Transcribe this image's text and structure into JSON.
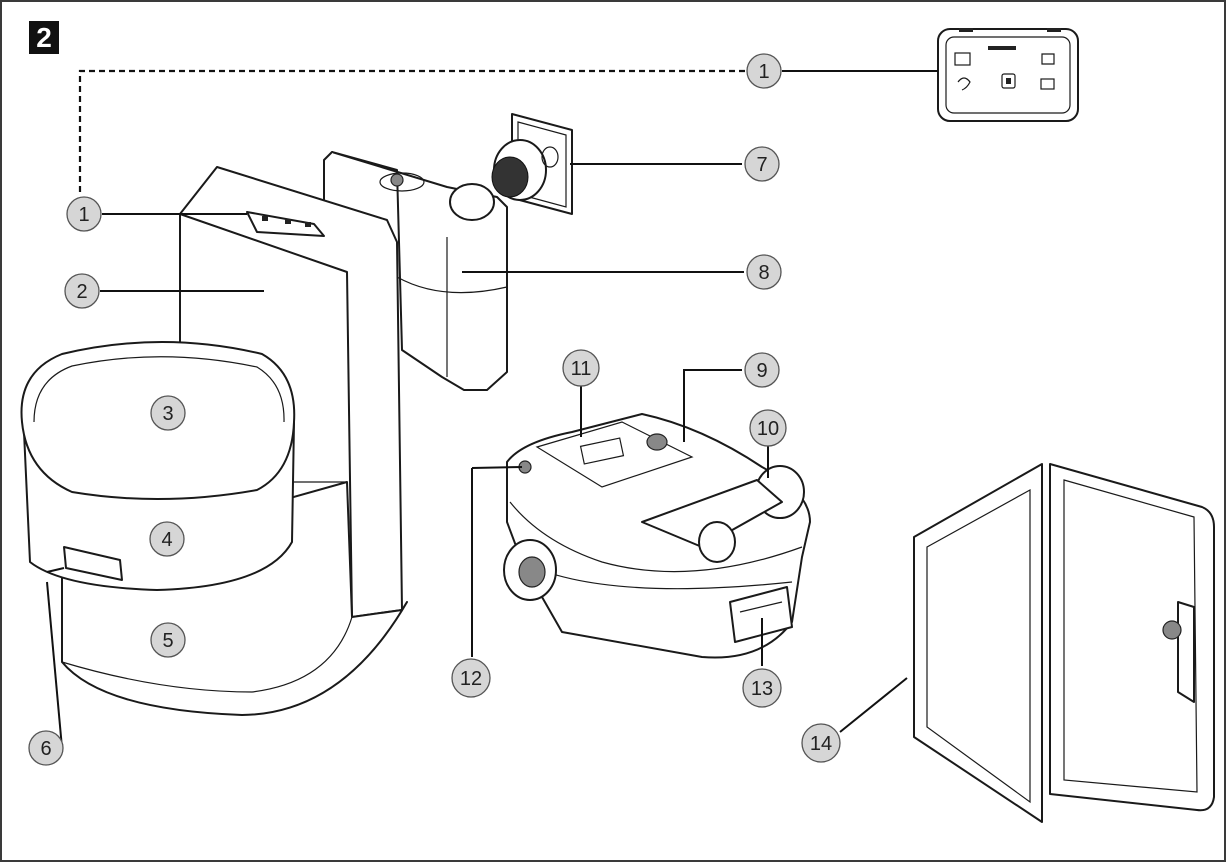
{
  "figure": {
    "number": "2"
  },
  "callouts": [
    {
      "id": "c1a",
      "label": "1"
    },
    {
      "id": "c1b",
      "label": "1"
    },
    {
      "id": "c2",
      "label": "2"
    },
    {
      "id": "c3",
      "label": "3"
    },
    {
      "id": "c4",
      "label": "4"
    },
    {
      "id": "c5",
      "label": "5"
    },
    {
      "id": "c6",
      "label": "6"
    },
    {
      "id": "c7",
      "label": "7"
    },
    {
      "id": "c8",
      "label": "8"
    },
    {
      "id": "c9",
      "label": "9"
    },
    {
      "id": "c10",
      "label": "10"
    },
    {
      "id": "c11",
      "label": "11"
    },
    {
      "id": "c12",
      "label": "12"
    },
    {
      "id": "c13",
      "label": "13"
    },
    {
      "id": "c14",
      "label": "14"
    }
  ],
  "colors": {
    "callout_fill": "#d6d6d6",
    "line": "#111111",
    "badge": "#111111"
  }
}
